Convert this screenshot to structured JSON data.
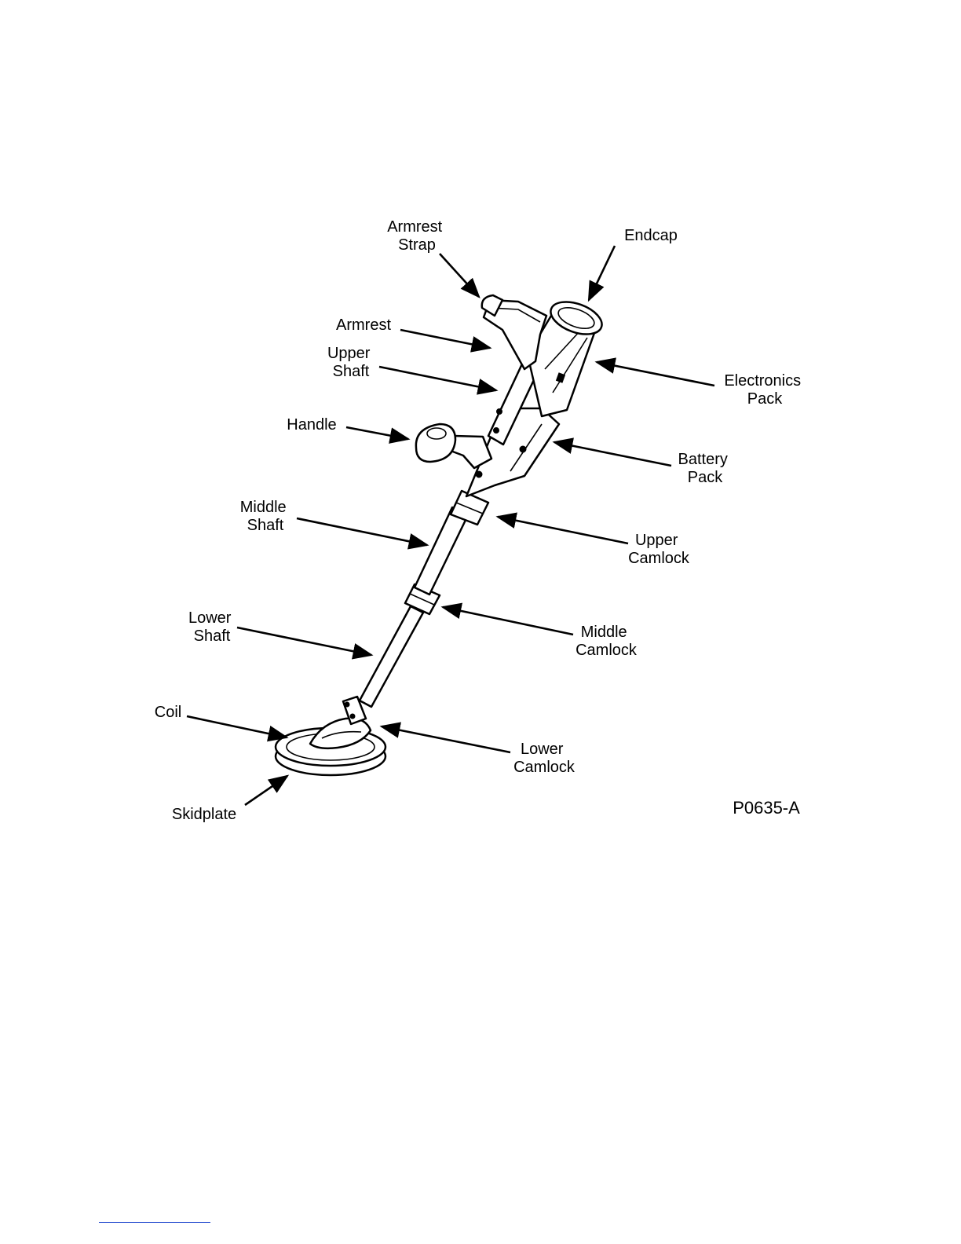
{
  "labels": {
    "armrest_strap": [
      "Armrest",
      "Strap"
    ],
    "endcap": [
      "Endcap"
    ],
    "armrest": [
      "Armrest"
    ],
    "upper_shaft": [
      "Upper",
      "Shaft"
    ],
    "electronics_pack": [
      "Electronics",
      "Pack"
    ],
    "handle": [
      "Handle"
    ],
    "battery_pack": [
      "Battery",
      "Pack"
    ],
    "middle_shaft": [
      "Middle",
      "Shaft"
    ],
    "upper_camlock": [
      "Upper",
      "Camlock"
    ],
    "lower_shaft": [
      "Lower",
      "Shaft"
    ],
    "middle_camlock": [
      "Middle",
      "Camlock"
    ],
    "coil": [
      "Coil"
    ],
    "lower_camlock": [
      "Lower",
      "Camlock"
    ],
    "skidplate": [
      "Skidplate"
    ]
  },
  "figure_code": "P0635-A"
}
